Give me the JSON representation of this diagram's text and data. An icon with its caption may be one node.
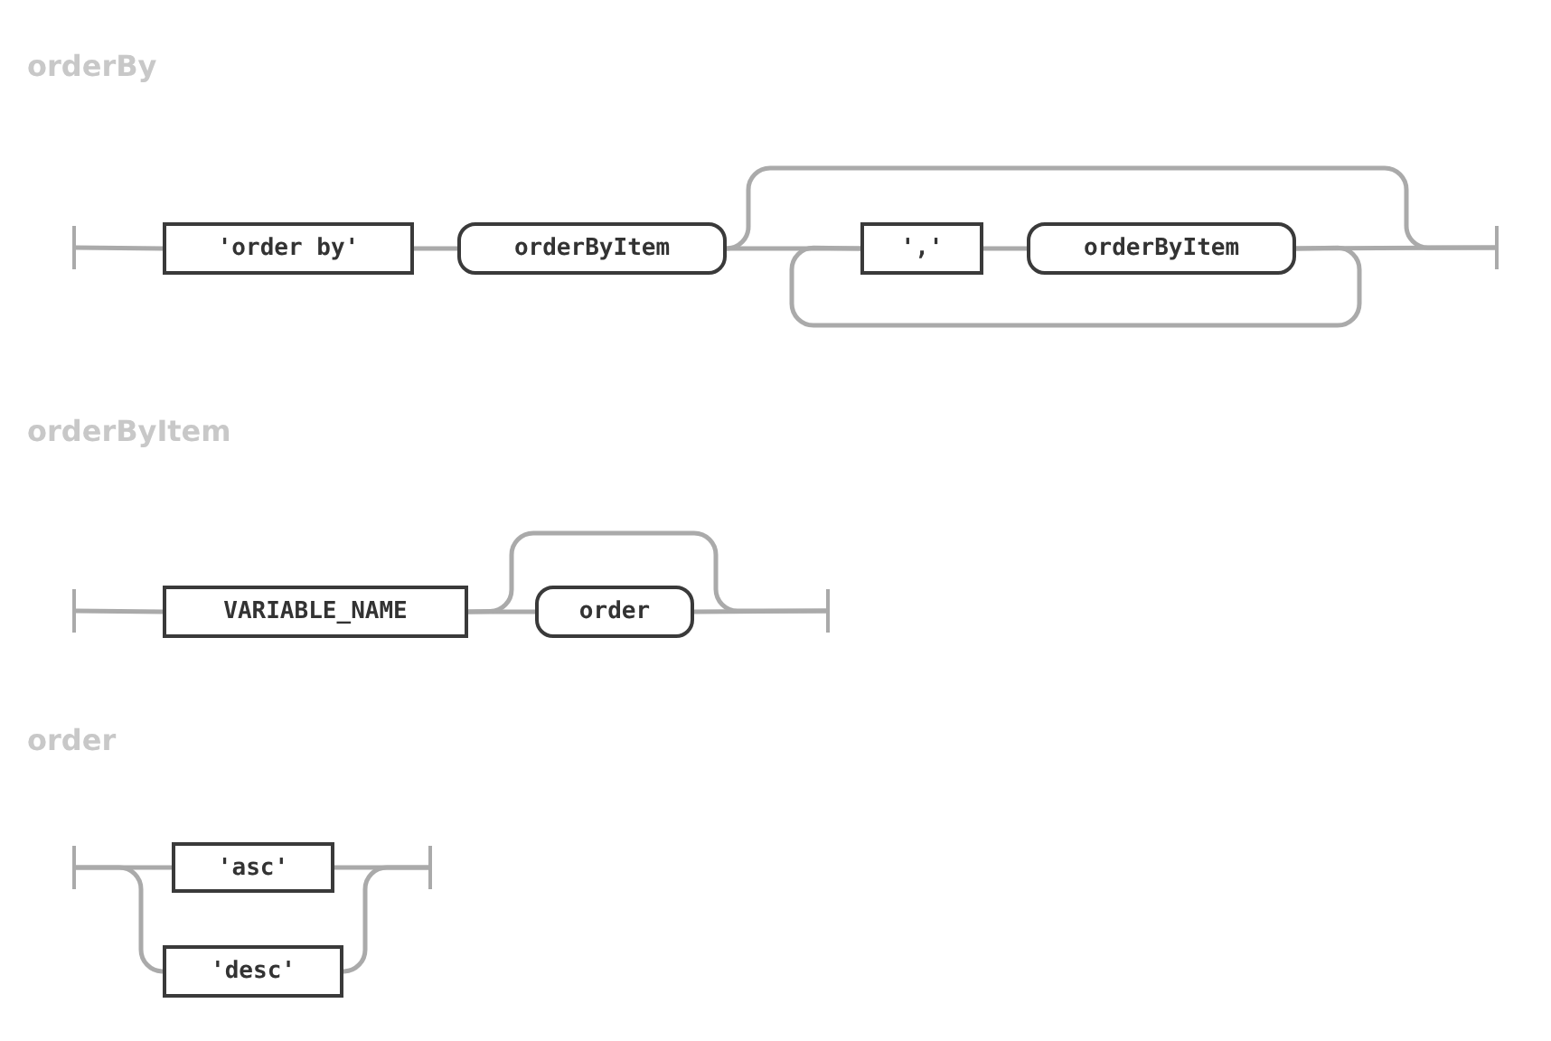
{
  "diagram": {
    "nodes": [
      {
        "text": [],
        "shape": "bar"
      },
      {
        "text": [
          "'order by'"
        ]
      },
      {
        "text": [
          "orderByItem"
        ]
      },
      {
        "text": [
          "','"
        ]
      },
      {
        "text": [
          "orderByItem"
        ]
      },
      {
        "text": [],
        "shape": "bar"
      },
      {
        "text": [],
        "shape": "bar"
      },
      {
        "text": [
          "VARIABLE_NAME"
        ]
      },
      {
        "text": [
          "order"
        ]
      },
      {
        "text": [],
        "shape": "bar"
      },
      {
        "text": [],
        "shape": "bar"
      },
      {
        "text": [
          "'asc'"
        ]
      },
      {
        "text": [
          "'desc'"
        ]
      },
      {
        "text": [],
        "shape": "bar"
      }
    ],
    "edges": [
      {
        "from": 0,
        "to": 1,
        "arrow": "none"
      },
      {
        "from": 1,
        "to": 2,
        "arrow": "none"
      },
      {
        "from": 2,
        "to": 3,
        "arrow": "none"
      },
      {
        "from": 3,
        "to": 4,
        "arrow": "none"
      },
      {
        "from": 4,
        "to": 5,
        "arrow": "none"
      },
      {
        "from": 2,
        "to": 5,
        "arrow": "none"
      },
      {
        "from": 4,
        "to": 3,
        "arrow": "none"
      },
      {
        "from": 6,
        "to": 7,
        "arrow": "none"
      },
      {
        "from": 7,
        "to": 8,
        "arrow": "none"
      },
      {
        "from": 8,
        "to": 9,
        "arrow": "none"
      },
      {
        "from": 7,
        "to": 9,
        "arrow": "none"
      },
      {
        "from": 10,
        "to": 11,
        "arrow": "none"
      },
      {
        "from": 10,
        "to": 12,
        "arrow": "none"
      },
      {
        "from": 11,
        "to": 13,
        "arrow": "none"
      },
      {
        "from": 12,
        "to": 13,
        "arrow": "none"
      }
    ],
    "labels": [
      "orderBy",
      "orderByItem",
      "order"
    ]
  }
}
